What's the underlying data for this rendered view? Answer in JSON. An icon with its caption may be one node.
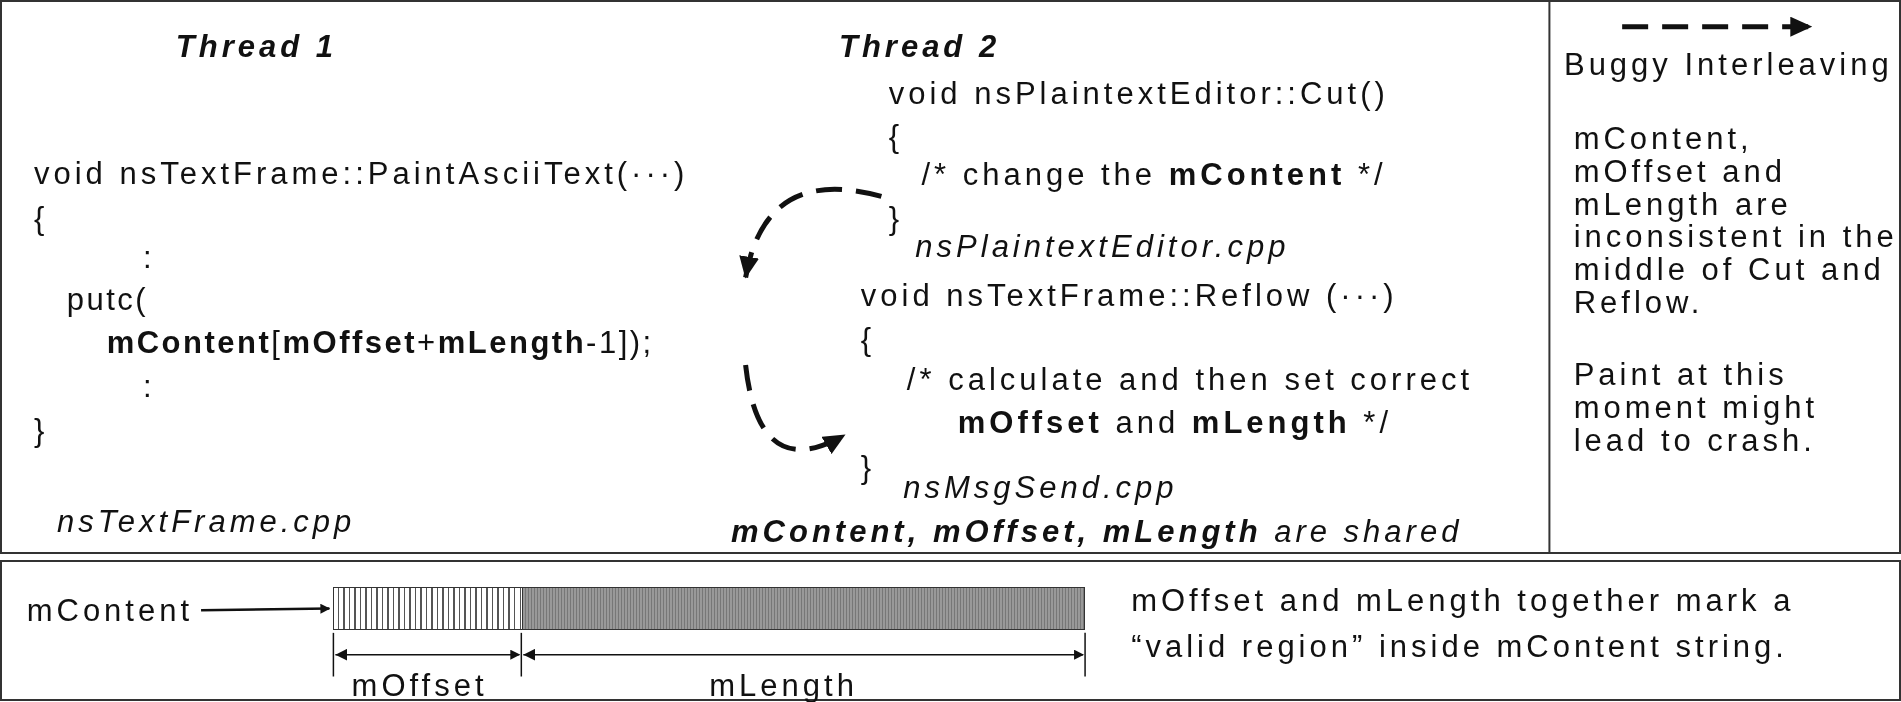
{
  "diagram": {
    "nodes": [
      {
        "text": [
          "putc( **mContent**[**mOffset**+**mLength**-1]);"
        ]
      },
      {
        "text": [
          "/* change the **mContent** */"
        ]
      },
      {
        "text": [
          "/* calculate and then set correct **mOffset** and **mLength** */"
        ]
      },
      {
        "text": [
          "mContent"
        ]
      },
      {
        "text": [],
        "shape": "bar"
      }
    ],
    "edges": [
      {
        "from": 1,
        "to": 0,
        "arrow": "to",
        "style": "dashed"
      },
      {
        "from": 0,
        "to": 2,
        "arrow": "to",
        "style": "dashed"
      },
      {
        "from": 3,
        "to": 4,
        "arrow": "to"
      }
    ],
    "labels": [
      "Thread 1",
      "void nsTextFrame::PaintAsciiText(···)",
      "{",
      ":",
      ":",
      "}",
      "nsTextFrame.cpp",
      "Thread 2",
      "void nsPlaintextEditor::Cut()",
      "{",
      "}",
      "nsPlaintextEditor.cpp",
      "void nsTextFrame::Reflow (···)",
      "{",
      "}",
      "nsMsgSend.cpp",
      "**mContent, mOffset, mLength** are shared",
      "mContent, mOffset and mLength are inconsistent in the middle of Cut and Reflow.",
      "Paint at this moment might lead to crash.",
      "mOffset",
      "mLength",
      "mOffset and mLength together mark a “valid region” inside mContent string."
    ],
    "legend": [
      {
        "text": "Buggy Interleaving"
      }
    ]
  }
}
